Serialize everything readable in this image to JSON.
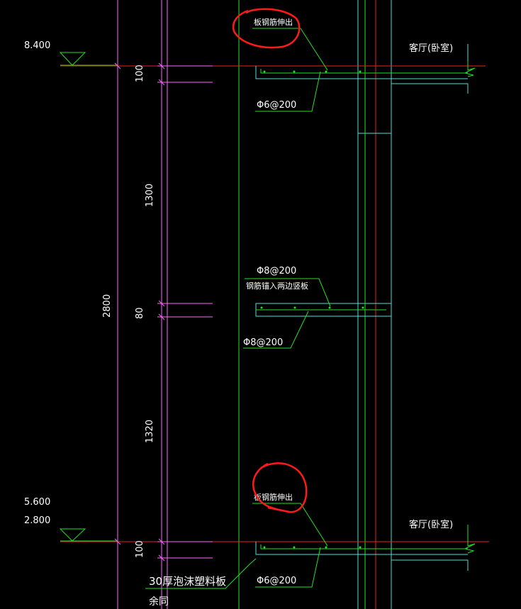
{
  "colors": {
    "background": "#000000",
    "dimension": "#ff66ff",
    "leader": "#22e022",
    "structure": "#55dddd",
    "slab_outline": "#55dddd",
    "axis_red": "#ee2222",
    "level_line": "#22e022",
    "text": "#ffffff",
    "annotation_circle": "#ff1a1a",
    "rebar": "#22e022"
  },
  "levels": {
    "top": "8.400",
    "bottom_a": "5.600",
    "bottom_b": "2.800"
  },
  "dimensions": {
    "total": "2800",
    "seg1": "100",
    "seg2": "1300",
    "seg3": "80",
    "seg4": "1320",
    "seg5": "100"
  },
  "labels": {
    "slab_rebar_top": "板钢筋伸出",
    "slab_rebar_bottom": "板钢筋伸出",
    "room_top": "客厅(卧室)",
    "room_bottom": "客厅(卧室)",
    "rebar_top": "Φ6@200",
    "rebar_mid_upper": "Φ8@200",
    "rebar_mid_anchor": "钢筋锚入两边竖板",
    "rebar_mid_lower": "Φ8@200",
    "rebar_bottom": "Φ6@200",
    "foam_board": "30厚泡沫塑料板",
    "same_note": "余同"
  }
}
